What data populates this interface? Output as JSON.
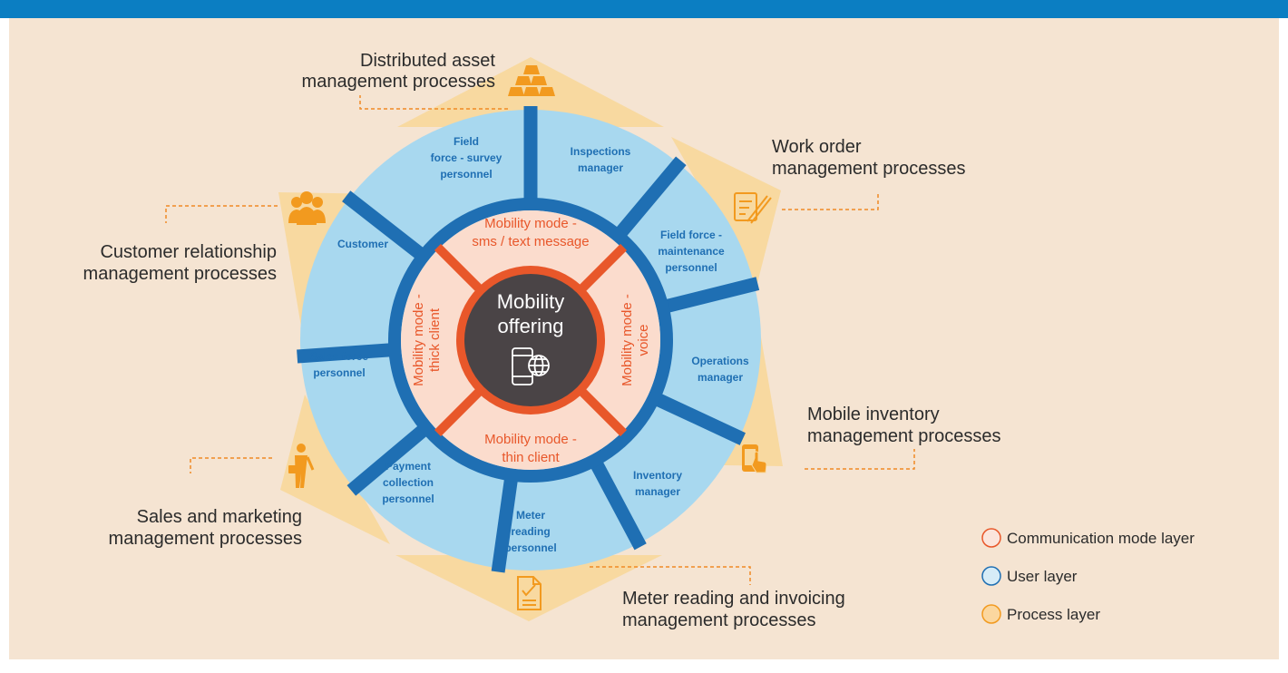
{
  "colors": {
    "top_bar": "#0b7ec2",
    "background": "#f5e4d2",
    "process_triangle": "#f8d9a0",
    "user_ring": "#a8d8ef",
    "user_divider": "#1f6fb3",
    "mode_ring": "#fbdccd",
    "mode_divider": "#e8572a",
    "center": "#4a4446",
    "icon_orange": "#f29a1f"
  },
  "center": {
    "title_line1": "Mobility",
    "title_line2": "offering",
    "icon": "mobile-globe-icon"
  },
  "mobility_modes": {
    "top": [
      "Mobility mode -",
      "sms / text message"
    ],
    "right": [
      "Mobility mode -",
      "voice"
    ],
    "bottom": [
      "Mobility mode -",
      "thin client"
    ],
    "left": [
      "Mobility mode -",
      "thick client"
    ]
  },
  "user_segments": [
    {
      "lines": [
        "Field",
        "force - survey",
        "personnel"
      ]
    },
    {
      "lines": [
        "Inspections",
        "manager"
      ]
    },
    {
      "lines": [
        "Field force -",
        "maintenance",
        "personnel"
      ]
    },
    {
      "lines": [
        "Operations",
        "manager"
      ]
    },
    {
      "lines": [
        "Inventory",
        "manager"
      ]
    },
    {
      "lines": [
        "Meter",
        "reading",
        "personnel"
      ]
    },
    {
      "lines": [
        "Payment",
        "collection",
        "personnel"
      ]
    },
    {
      "lines": [
        "Sales force",
        "personnel"
      ]
    },
    {
      "lines": [
        "Customer"
      ]
    }
  ],
  "processes": [
    {
      "lines": [
        "Distributed asset",
        "management processes"
      ],
      "icon": "gold-bars-icon"
    },
    {
      "lines": [
        "Work order",
        "management processes"
      ],
      "icon": "document-edit-icon"
    },
    {
      "lines": [
        "Mobile inventory",
        "management processes"
      ],
      "icon": "mobile-touch-icon"
    },
    {
      "lines": [
        "Meter reading and invoicing",
        "management processes"
      ],
      "icon": "invoice-checklist-icon"
    },
    {
      "lines": [
        "Sales and marketing",
        "management processes"
      ],
      "icon": "salesperson-icon"
    },
    {
      "lines": [
        "Customer relationship",
        "management processes"
      ],
      "icon": "customers-group-icon"
    }
  ],
  "legend": [
    {
      "label": "Communication mode layer",
      "color": "#e8572a"
    },
    {
      "label": "User layer",
      "color": "#1f6fb3"
    },
    {
      "label": "Process layer",
      "color": "#f29a1f"
    }
  ]
}
